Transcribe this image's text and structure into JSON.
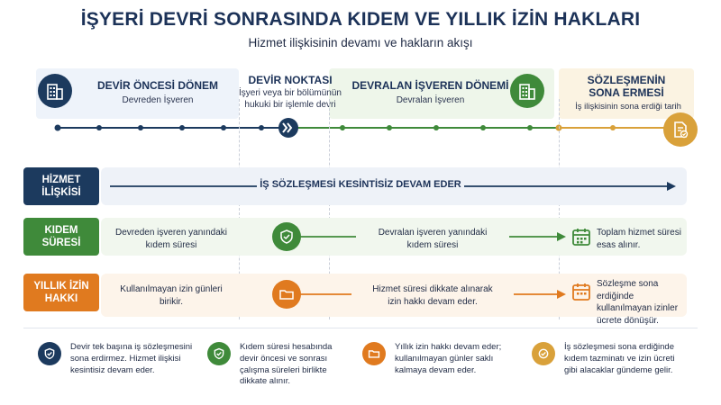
{
  "title": "İŞYERİ DEVRİ SONRASINDA KIDEM VE YILLIK İZİN HAKLARI",
  "subtitle": "Hizmet ilişkisinin devamı ve hakların akışı",
  "phases": [
    {
      "title": "DEVİR ÖNCESİ DÖNEM",
      "sub": "Devreden İşveren"
    },
    {
      "title": "DEVİR NOKTASI",
      "sub_line1": "İşyeri veya bir bölümünün",
      "sub_line2": "hukuki bir işlemle devri"
    },
    {
      "title": "DEVRALAN İŞVEREN DÖNEMİ",
      "sub": "Devralan İşveren"
    },
    {
      "title_line1": "SÖZLEŞMENİN",
      "title_line2": "SONA ERMESİ",
      "sub": "İş ilişkisinin sona erdiği tarih"
    }
  ],
  "rows": {
    "hizmet": {
      "label_line1": "HİZMET",
      "label_line2": "İLİŞKİSİ",
      "text": "İŞ SÖZLEŞMESİ KESİNTİSİZ DEVAM EDER"
    },
    "kidem": {
      "label_line1": "KIDEM",
      "label_line2": "SÜRESİ",
      "left_line1": "Devreden işveren yanındaki",
      "left_line2": "kıdem süresi",
      "mid_line1": "Devralan işveren yanındaki",
      "mid_line2": "kıdem süresi",
      "right_line1": "Toplam hizmet süresi",
      "right_line2": "esas alınır."
    },
    "izin": {
      "label_line1": "YILLIK İZİN",
      "label_line2": "HAKKI",
      "left_line1": "Kullanılmayan izin günleri",
      "left_line2": "birikir.",
      "mid_line1": "Hizmet süresi dikkate alınarak",
      "mid_line2": "izin hakkı devam eder.",
      "right_line1": "Sözleşme sona erdiğinde",
      "right_line2": "kullanılmayan izinler",
      "right_line3": "ücrete dönüşür."
    }
  },
  "bottom": [
    {
      "l1": "Devir tek başına iş sözleşmesini",
      "l2": "sona erdirmez. Hizmet ilişkisi",
      "l3": "kesintisiz devam eder."
    },
    {
      "l1": "Kıdem süresi hesabında",
      "l2": "devir öncesi ve sonrası",
      "l3": "çalışma süreleri birlikte",
      "l4": "dikkate alınır."
    },
    {
      "l1": "Yıllık izin hakkı devam eder;",
      "l2": "kullanılmayan günler saklı",
      "l3": "kalmaya devam eder."
    },
    {
      "l1": "İş sözleşmesi sona erdiğinde",
      "l2": "kıdem tazminatı ve izin ücreti",
      "l3": "gibi alacaklar gündeme gelir."
    }
  ],
  "colors": {
    "navy": "#1c3a5e",
    "green": "#3f8a3a",
    "orange": "#e07a1f",
    "gold": "#d9a13a"
  }
}
